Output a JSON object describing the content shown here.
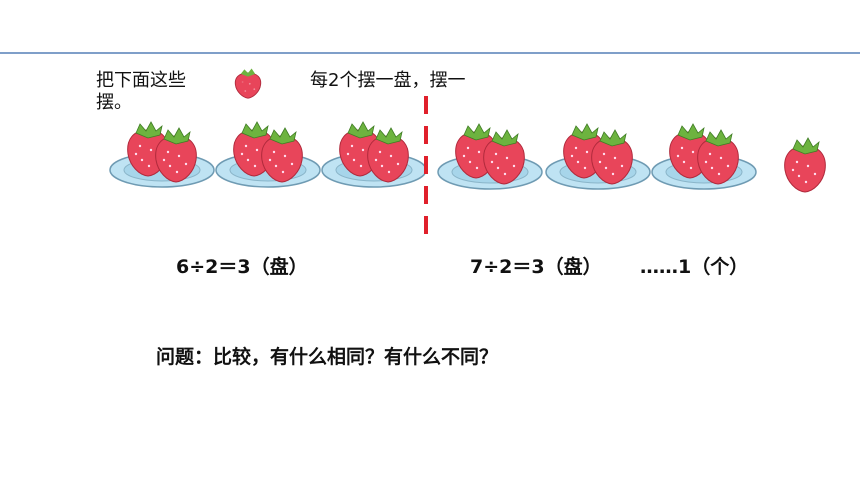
{
  "intro": {
    "line1_part1": "把下面这些",
    "line1_part2": "每2个摆一盘，摆一",
    "line2": "摆。",
    "berry_icon": "strawberry-icon"
  },
  "groups": {
    "left_plates": 3,
    "right_plates": 3,
    "leftover": 1
  },
  "formulas": {
    "left": "6÷2＝3（盘）",
    "right": "7÷2＝3（盘）",
    "remainder": "……1（个）"
  },
  "question": "问题：比较，有什么相同？有什么不同？",
  "colors": {
    "rule_line": "#7f9fc9",
    "divider": "#e0202b",
    "strawberry": "#e8455a",
    "leaf": "#6db33f",
    "plate": "#bfe3f3"
  }
}
